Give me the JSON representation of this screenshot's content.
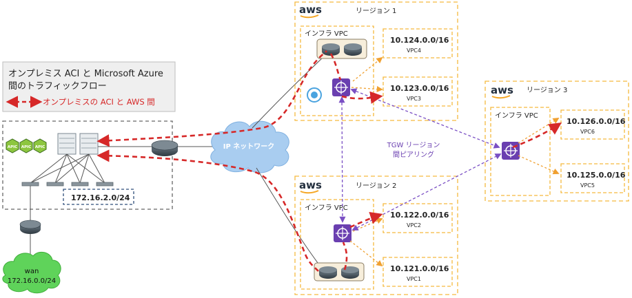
{
  "legend": {
    "title_line1": "オンプレミス ACI と Microsoft Azure",
    "title_line2": "間のトラフィックフロー",
    "entry": "オンプレミスの ACI と AWS 間"
  },
  "onprem": {
    "subnet": "172.16.2.0/24",
    "apic_labels": [
      "APIC",
      "APIC",
      "APIC"
    ]
  },
  "wan": {
    "name": "wan",
    "subnet": "172.16.0.0/24"
  },
  "ip_network": {
    "label": "IP ネットワーク"
  },
  "tgw_peering": {
    "line1": "TGW リージョン",
    "line2": "間ピアリング"
  },
  "aws_logo": "aws",
  "region1": {
    "title": "リージョン 1",
    "infra_label": "インフラ VPC",
    "vpcs": [
      {
        "cidr": "10.124.0.0/16",
        "name": "VPC4"
      },
      {
        "cidr": "10.123.0.0/16",
        "name": "VPC3"
      }
    ]
  },
  "region2": {
    "title": "リージョン 2",
    "infra_label": "インフラ VPC",
    "vpcs": [
      {
        "cidr": "10.122.0.0/16",
        "name": "VPC2"
      },
      {
        "cidr": "10.121.0.0/16",
        "name": "VPC1"
      }
    ]
  },
  "region3": {
    "title": "リージョン 3",
    "infra_label": "インフラ VPC",
    "vpcs": [
      {
        "cidr": "10.126.0.0/16",
        "name": "VPC6"
      },
      {
        "cidr": "10.125.0.0/16",
        "name": "VPC5"
      }
    ]
  },
  "colors": {
    "region_border": "#f5b93e",
    "traffic": "#d62828",
    "peering": "#7a4fc4",
    "vpc_attach": "#f0a030",
    "tgw": "#6a3fb0",
    "cloud": "#a9cdf0",
    "wan_cloud": "#5fd35a",
    "legend_bg": "#efefef"
  },
  "icons": {
    "tgw": "transit-gateway-icon",
    "router": "router-icon",
    "vpn": "vpn-gateway-icon",
    "cloud": "cloud-icon"
  }
}
